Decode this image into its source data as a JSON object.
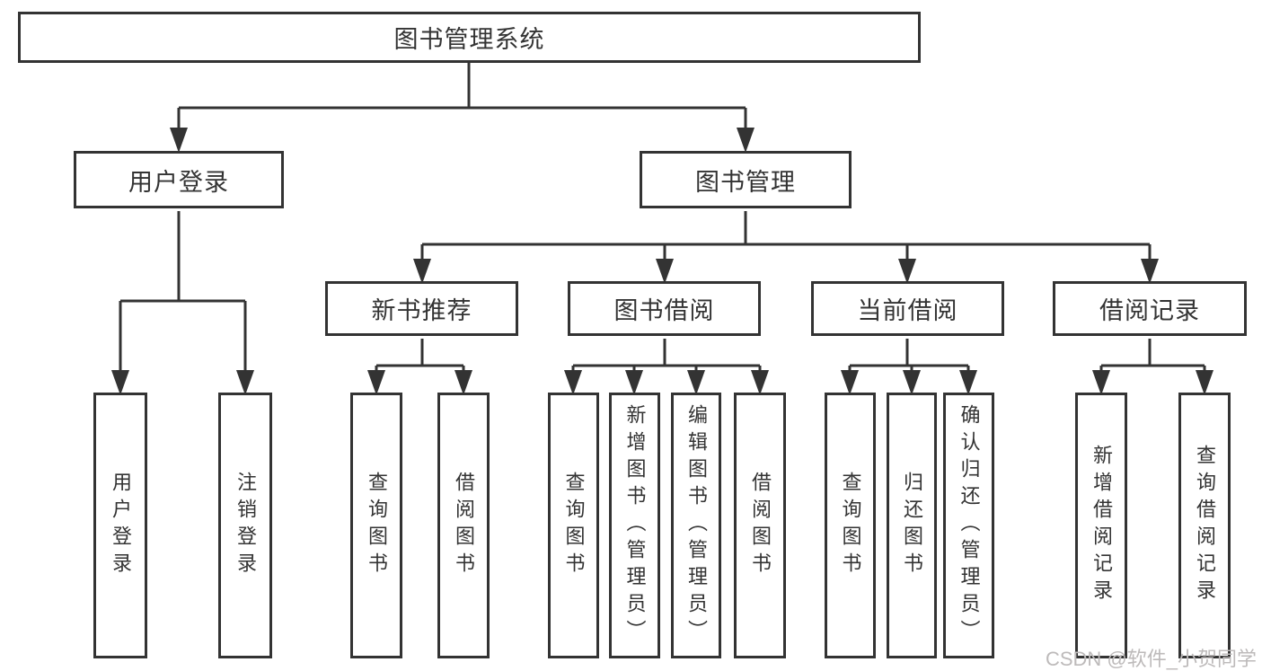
{
  "tree": {
    "root": {
      "label": "图书管理系统"
    },
    "branches": [
      {
        "label": "用户登录",
        "children": [
          {
            "label": "用户登录"
          },
          {
            "label": "注销登录"
          }
        ]
      },
      {
        "label": "图书管理",
        "children": [
          {
            "label": "新书推荐",
            "children": [
              {
                "label": "查询图书"
              },
              {
                "label": "借阅图书"
              }
            ]
          },
          {
            "label": "图书借阅",
            "children": [
              {
                "label": "查询图书"
              },
              {
                "label": "新增图书（管理员）"
              },
              {
                "label": "编辑图书（管理员）"
              },
              {
                "label": "借阅图书"
              }
            ]
          },
          {
            "label": "当前借阅",
            "children": [
              {
                "label": "查询图书"
              },
              {
                "label": "归还图书"
              },
              {
                "label": "确认归还（管理员）"
              }
            ]
          },
          {
            "label": "借阅记录",
            "children": [
              {
                "label": "新增借阅记录"
              },
              {
                "label": "查询借阅记录"
              }
            ]
          }
        ]
      }
    ]
  },
  "watermark": {
    "text": "CSDN @软件_小贺同学"
  },
  "colors": {
    "line": "#333333",
    "text": "#333333",
    "box_border": "#333333",
    "background": "#ffffff",
    "watermark": "#bdbaba"
  }
}
